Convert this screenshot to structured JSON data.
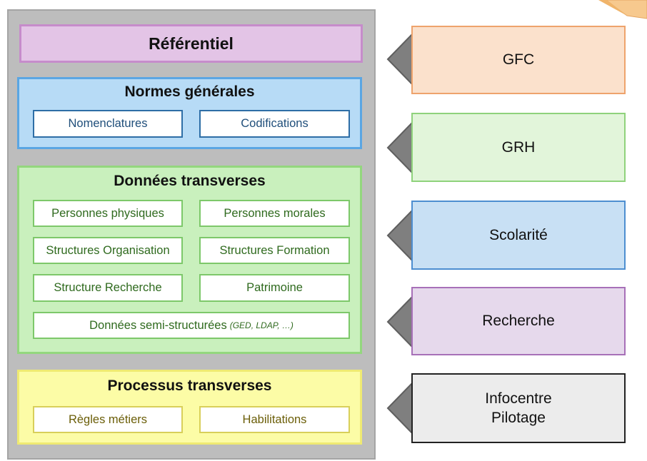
{
  "referentiel": {
    "title": "Référentiel"
  },
  "normes": {
    "title": "Normes générales",
    "items": [
      "Nomenclatures",
      "Codifications"
    ]
  },
  "donnees": {
    "title": "Données transverses",
    "items": [
      "Personnes physiques",
      "Personnes morales",
      "Structures Organisation",
      "Structures Formation",
      "Structure Recherche",
      "Patrimoine"
    ],
    "semi": {
      "label": "Données semi-structurées",
      "note": "(GED, LDAP, …)"
    }
  },
  "processus": {
    "title": "Processus transverses",
    "items": [
      "Règles métiers",
      "Habilitations"
    ]
  },
  "systems": [
    {
      "lines": [
        "GFC"
      ],
      "color": "#fbe1cc"
    },
    {
      "lines": [
        "GRH"
      ],
      "color": "#e2f5da"
    },
    {
      "lines": [
        "Scolarité"
      ],
      "color": "#c8e0f4"
    },
    {
      "lines": [
        "Recherche"
      ],
      "color": "#e6d9ec"
    },
    {
      "lines": [
        "Infocentre",
        "Pilotage"
      ],
      "color": "#ececec"
    }
  ],
  "colors": {
    "panel": "#bdbdbd",
    "arrow": "#7f7f7f"
  }
}
